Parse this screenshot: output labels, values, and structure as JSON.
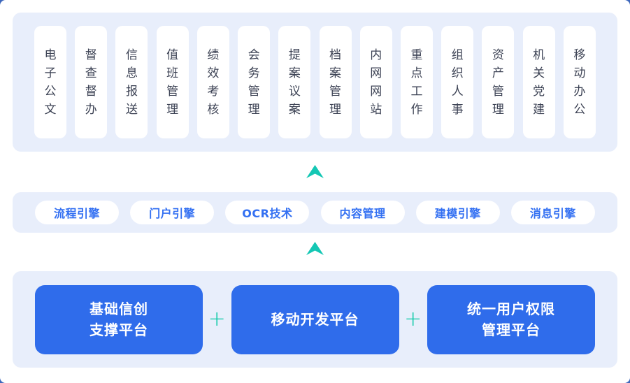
{
  "colors": {
    "page_background": "#3E68BC",
    "panel_background": "#E8EEFB",
    "card_background": "#FFFFFF",
    "app_text": "#3C4254",
    "engine_text": "#3370F2",
    "platform_background": "#2F6CEB",
    "platform_text": "#FFFFFF",
    "arrow": "#14C7B4",
    "plus": "#0BC9A6"
  },
  "applications": {
    "items": [
      "电子公文",
      "督查督办",
      "信息报送",
      "值班管理",
      "绩效考核",
      "会务管理",
      "提案议案",
      "档案管理",
      "内网网站",
      "重点工作",
      "组织人事",
      "资产管理",
      "机关党建",
      "移动办公"
    ]
  },
  "engines": {
    "items": [
      "流程引擎",
      "门户引擎",
      "OCR技术",
      "内容管理",
      "建模引擎",
      "消息引擎"
    ]
  },
  "platforms": {
    "separator": "+",
    "items": [
      {
        "text": "基础信创\n支撑平台"
      },
      {
        "text": "移动开发平台"
      },
      {
        "text": "统一用户权限\n管理平台"
      }
    ]
  },
  "icons": {
    "section_connector": "up-arrow"
  }
}
